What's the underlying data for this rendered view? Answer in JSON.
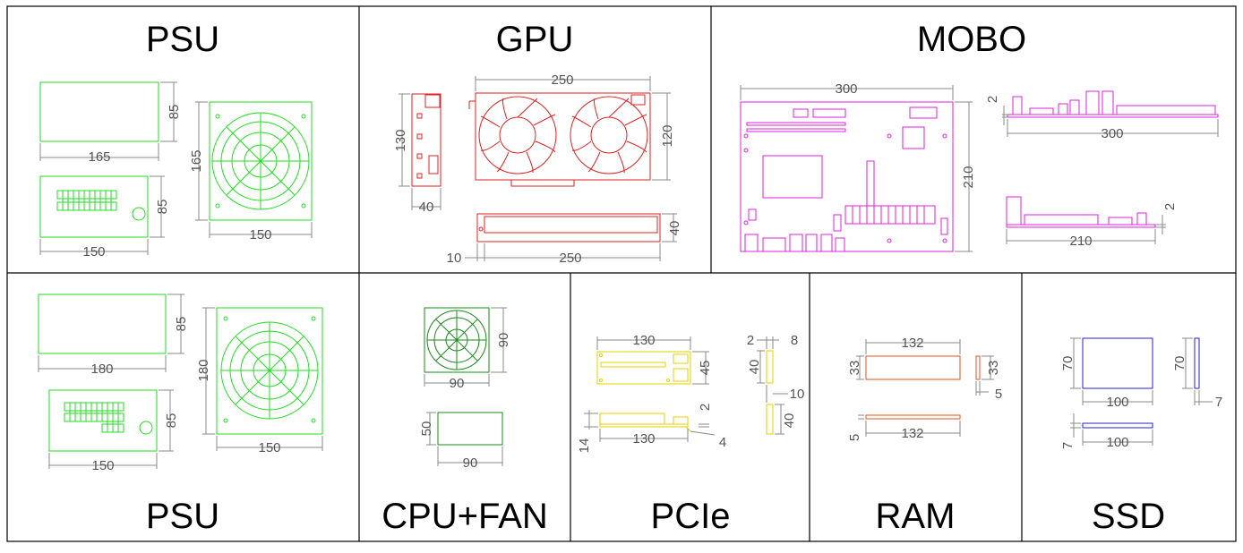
{
  "panels": {
    "psu_top": {
      "title": "PSU",
      "dims": [
        "85",
        "165",
        "85",
        "150",
        "165",
        "150"
      ]
    },
    "gpu": {
      "title": "GPU",
      "dims": [
        "250",
        "130",
        "120",
        "40",
        "40",
        "10",
        "250"
      ]
    },
    "mobo": {
      "title": "MOBO",
      "dims": [
        "300",
        "210",
        "2",
        "300",
        "2",
        "210"
      ]
    },
    "psu_bottom": {
      "title": "PSU",
      "dims": [
        "85",
        "180",
        "85",
        "150",
        "180",
        "150"
      ]
    },
    "cpu_fan": {
      "title": "CPU+FAN",
      "dims": [
        "90",
        "90",
        "50",
        "90"
      ]
    },
    "pcie": {
      "title": "PCIe",
      "dims": [
        "130",
        "45",
        "2",
        "14",
        "130",
        "4",
        "2",
        "8",
        "40",
        "10",
        "40"
      ]
    },
    "ram": {
      "title": "RAM",
      "dims": [
        "132",
        "33",
        "33",
        "5",
        "5",
        "132"
      ]
    },
    "ssd": {
      "title": "SSD",
      "dims": [
        "70",
        "100",
        "70",
        "7",
        "7",
        "100"
      ]
    }
  },
  "colors": {
    "psu": "#22dd22",
    "gpu": "#dd2222",
    "mobo": "#dd22dd",
    "cpu_fan": "#1a8a1a",
    "pcie": "#e6d200",
    "ram": "#e2531f",
    "ssd": "#2222cc",
    "dimension": "#8a8a8a"
  }
}
